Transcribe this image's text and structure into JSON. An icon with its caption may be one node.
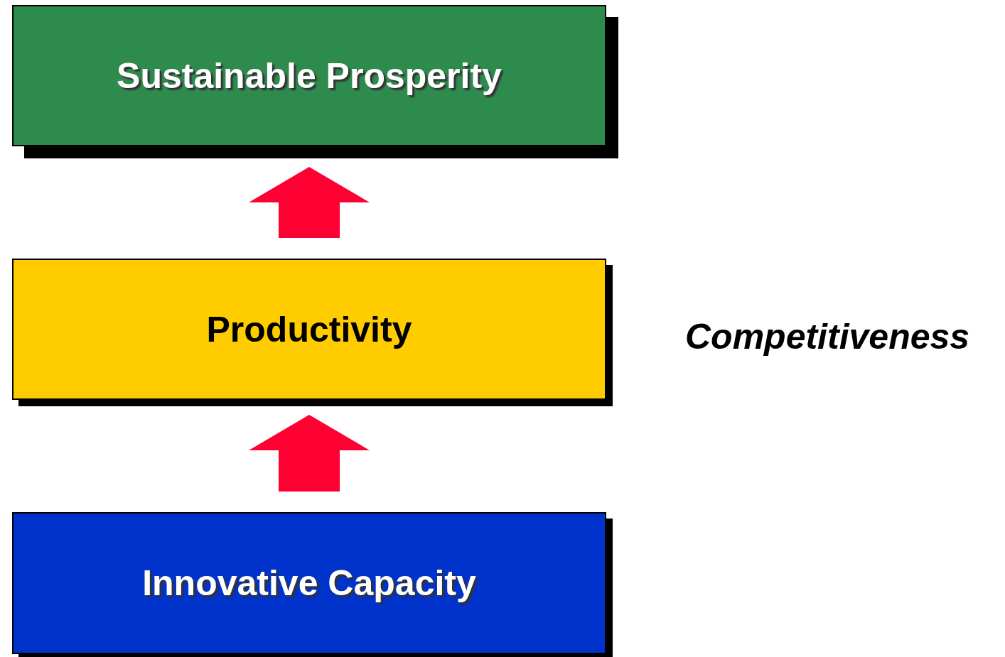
{
  "diagram": {
    "nodes": [
      {
        "text": [
          "Sustainable Prosperity"
        ]
      },
      {
        "text": [
          "Productivity"
        ]
      },
      {
        "text": [
          "Innovative Capacity"
        ]
      }
    ],
    "edges": [
      {
        "from": 2,
        "to": 1,
        "arrow": "to"
      },
      {
        "from": 1,
        "to": 0,
        "arrow": "to"
      }
    ],
    "labels": [
      "Competitiveness"
    ]
  }
}
